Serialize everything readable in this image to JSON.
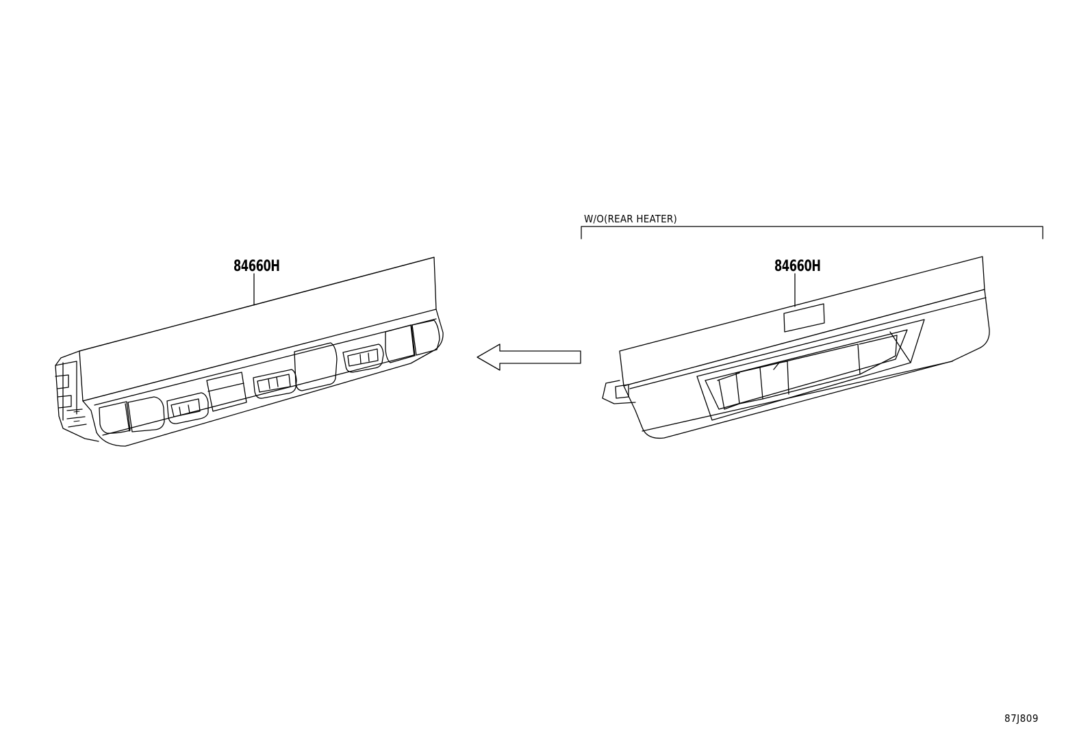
{
  "left_part": {
    "part_number": "84660H"
  },
  "right_part": {
    "part_number": "84660H",
    "condition_note": "W/O(REAR HEATER)"
  },
  "arrow": {
    "icon": "left-arrow-icon"
  },
  "drawing_ref": "87J809"
}
